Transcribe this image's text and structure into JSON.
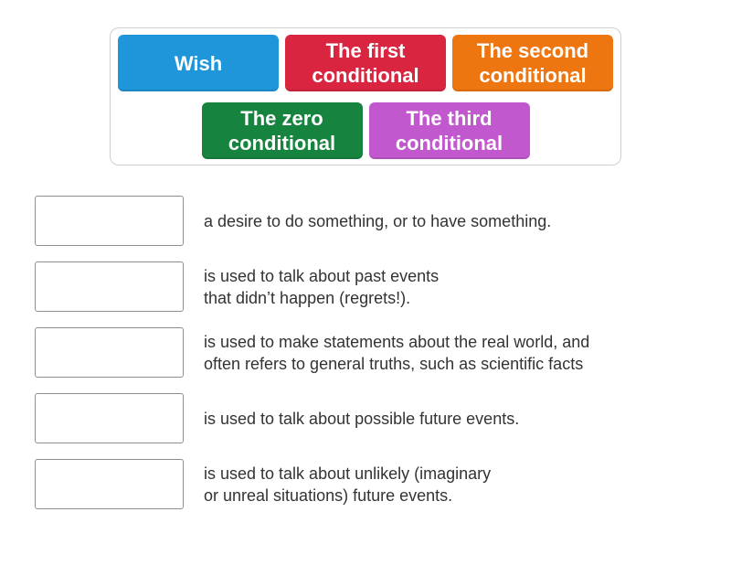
{
  "word_bank": {
    "tiles": [
      {
        "label": "Wish",
        "color": "#2096da"
      },
      {
        "label": "The first conditional",
        "color": "#d92540"
      },
      {
        "label": "The second conditional",
        "color": "#ee7611"
      },
      {
        "label": "The zero conditional",
        "color": "#16833e"
      },
      {
        "label": "The third conditional",
        "color": "#c158cd"
      }
    ]
  },
  "matches": [
    {
      "clue": "a desire to do something, or to have something."
    },
    {
      "clue": "is used to talk about past events\nthat didn’t happen (regrets!)."
    },
    {
      "clue": "is used to make statements about the real world, and\noften refers to general truths, such as scientific facts"
    },
    {
      "clue": "is used to talk about possible future events."
    },
    {
      "clue": "is used to talk about unlikely (imaginary\nor unreal situations) future events."
    }
  ]
}
